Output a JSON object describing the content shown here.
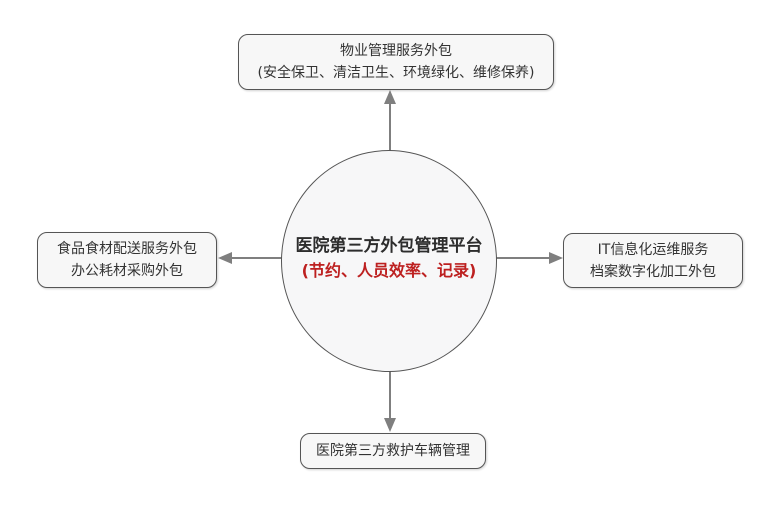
{
  "diagram": {
    "center": {
      "title": "医院第三方外包管理平台",
      "subtitle": "(节约、人员效率、记录)"
    },
    "nodes": {
      "top": {
        "lines": [
          "物业管理服务外包",
          "(安全保卫、清洁卫生、环境绿化、维修保养)"
        ]
      },
      "left": {
        "lines": [
          "食品食材配送服务外包",
          "办公耗材采购外包"
        ]
      },
      "right": {
        "lines": [
          "IT信息化运维服务",
          "档案数字化加工外包"
        ]
      },
      "bottom": {
        "lines": [
          "医院第三方救护车辆管理"
        ]
      }
    },
    "connectors": [
      {
        "from": "center",
        "to": "top",
        "direction": "up"
      },
      {
        "from": "center",
        "to": "bottom",
        "direction": "down"
      },
      {
        "from": "center",
        "to": "left",
        "direction": "left"
      },
      {
        "from": "center",
        "to": "right",
        "direction": "right"
      }
    ],
    "colors": {
      "background": "#ffffff",
      "node_fill": "#f7f7f7",
      "node_border": "#555555",
      "text": "#333333",
      "accent_red": "#bd2020",
      "arrow": "#7f7f7f"
    }
  }
}
